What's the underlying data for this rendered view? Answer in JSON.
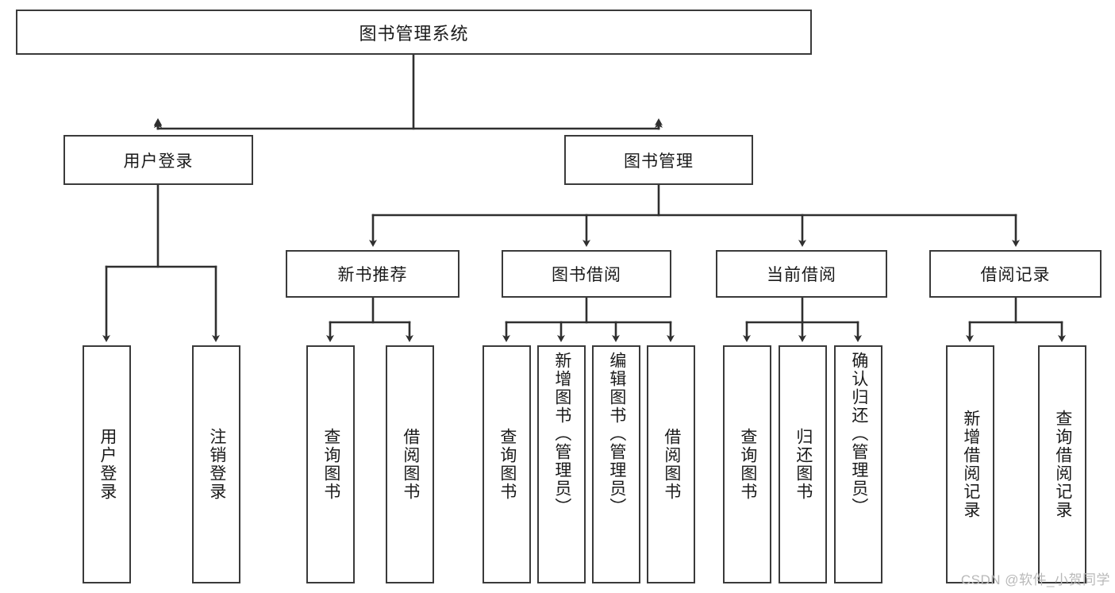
{
  "diagram": {
    "type": "tree",
    "title": "图书管理系统",
    "root": {
      "label": "图书管理系统"
    },
    "level2": [
      {
        "id": "user-login",
        "label": "用户登录"
      },
      {
        "id": "book-management",
        "label": "图书管理"
      }
    ],
    "level3": [
      {
        "id": "new-book-recommend",
        "label": "新书推荐",
        "parent": "book-management"
      },
      {
        "id": "book-borrow",
        "label": "图书借阅",
        "parent": "book-management"
      },
      {
        "id": "current-borrow",
        "label": "当前借阅",
        "parent": "book-management"
      },
      {
        "id": "borrow-record",
        "label": "借阅记录",
        "parent": "book-management"
      }
    ],
    "leaves": [
      {
        "id": "leaf-user-login",
        "label": "用户登录",
        "parent": "user-login"
      },
      {
        "id": "leaf-logout-login",
        "label": "注销登录",
        "parent": "user-login"
      },
      {
        "id": "leaf-query-book-1",
        "label": "查询图书",
        "parent": "new-book-recommend"
      },
      {
        "id": "leaf-borrow-book-1",
        "label": "借阅图书",
        "parent": "new-book-recommend"
      },
      {
        "id": "leaf-query-book-2",
        "label": "查询图书",
        "parent": "book-borrow"
      },
      {
        "id": "leaf-add-book",
        "label": "新增图书（管理员）",
        "parent": "book-borrow"
      },
      {
        "id": "leaf-edit-book",
        "label": "编辑图书（管理员）",
        "parent": "book-borrow"
      },
      {
        "id": "leaf-borrow-book-2",
        "label": "借阅图书",
        "parent": "book-borrow"
      },
      {
        "id": "leaf-query-book-3",
        "label": "查询图书",
        "parent": "current-borrow"
      },
      {
        "id": "leaf-return-book",
        "label": "归还图书",
        "parent": "current-borrow"
      },
      {
        "id": "leaf-confirm-return",
        "label": "确认归还（管理员）",
        "parent": "current-borrow"
      },
      {
        "id": "leaf-add-borrow-record",
        "label": "新增借阅记录",
        "parent": "borrow-record"
      },
      {
        "id": "leaf-query-borrow-record",
        "label": "查询借阅记录",
        "parent": "borrow-record"
      }
    ],
    "colors": {
      "box_border": "#3a3a3a",
      "box_fill": "#ffffff",
      "connector": "#2f2f2f",
      "text": "#1a1a1a",
      "watermark": "#b9b9b9"
    }
  },
  "watermark": {
    "text": "CSDN @软件_小贺同学"
  }
}
